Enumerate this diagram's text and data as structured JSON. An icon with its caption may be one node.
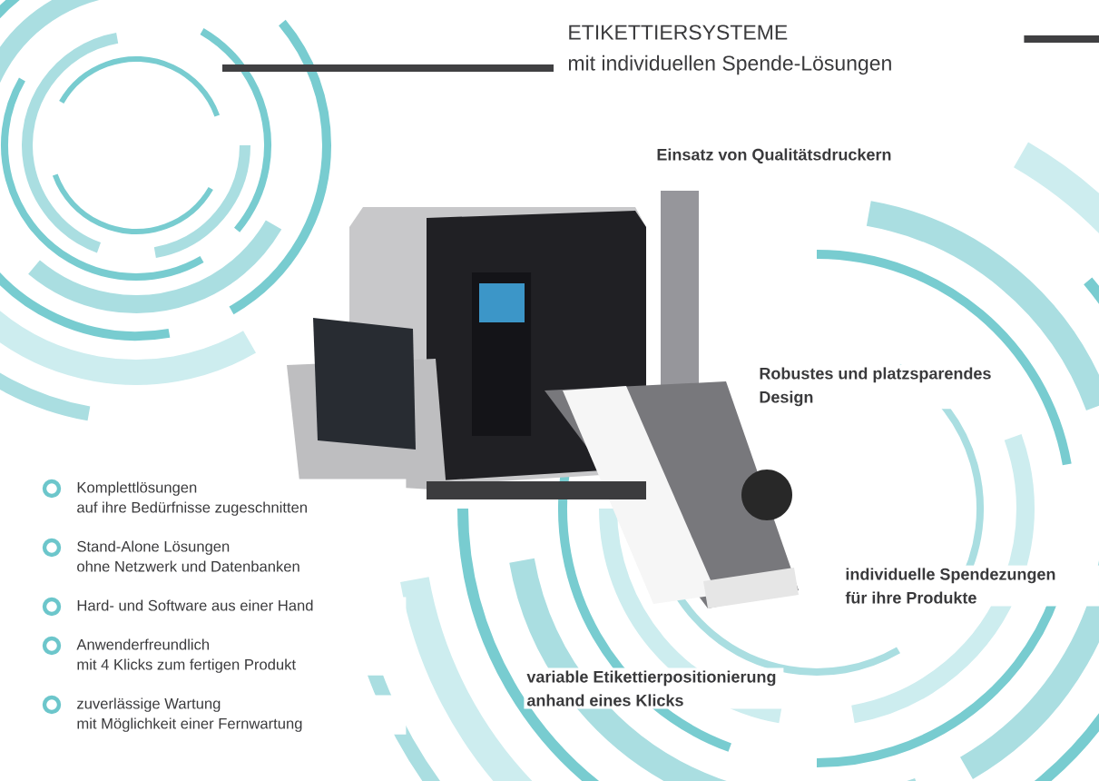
{
  "diagram": {
    "title": "ETIKETTIERSYSTEME mit individuellen Spende-Lösungen",
    "labels": [
      "Einsatz von Qualitätsdruckern",
      "Robustes und platzsparendes Design",
      "Komplettlösungen auf ihre Bedürfnisse zugeschnitten",
      "Stand-Alone Lösungen ohne Netzwerk und Datenbanken",
      "Hard- und Software aus einer Hand",
      "Anwenderfreundlich mit 4 Klicks zum fertigen Produkt",
      "zuverlässige Wartung mit Möglichkeit einer Fernwartung",
      "individuelle Spendezungen für ihre Produkte",
      "variable Etikettierpositionierung anhand eines Klicks"
    ]
  }
}
